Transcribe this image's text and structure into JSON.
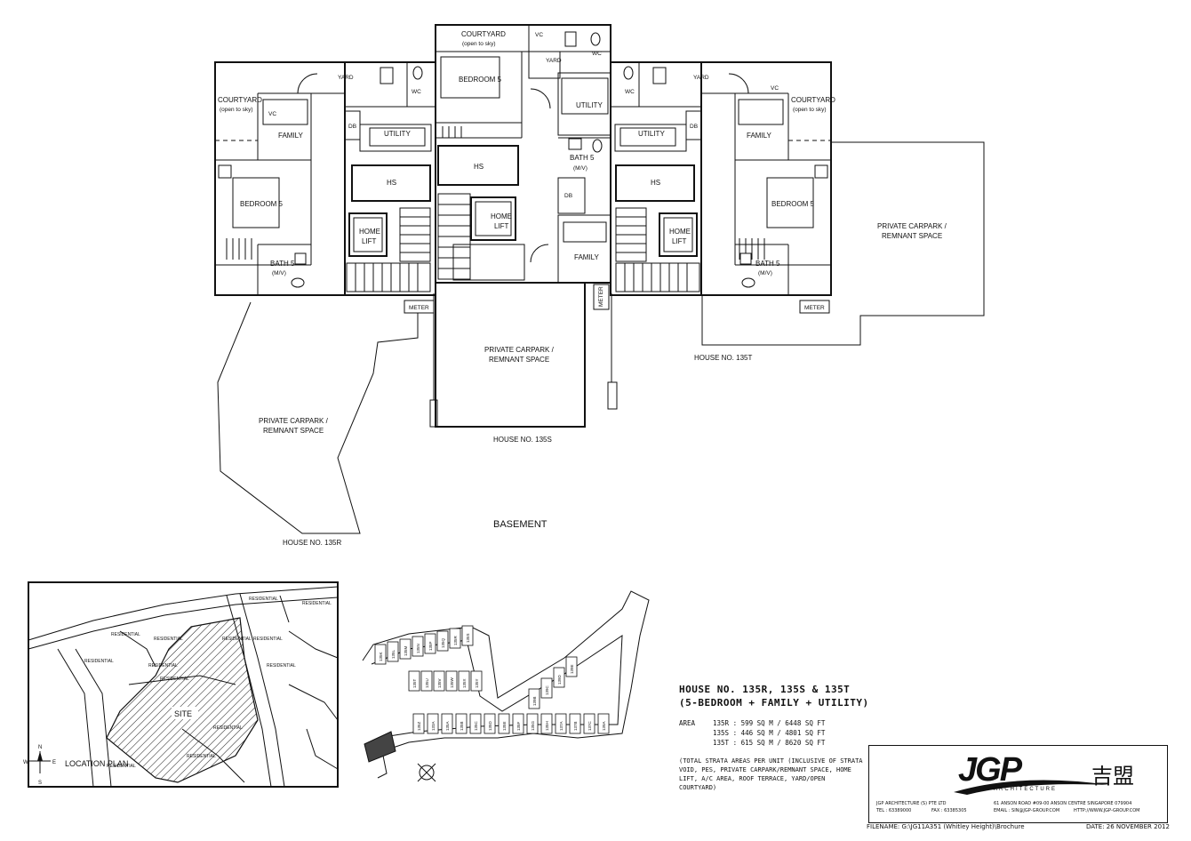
{
  "plan": {
    "labels": {
      "courtyard": "COURTYARD",
      "open_to_sky": "(open to sky)",
      "vc": "VC",
      "yard": "YARD",
      "wc": "WC",
      "bedroom5": "BEDROOM 5",
      "family": "FAMILY",
      "db": "DB",
      "utility": "UTILITY",
      "hs": "HS",
      "home": "HOME",
      "lift": "LIFT",
      "bath5": "BATH 5",
      "mv": "(M/V)",
      "meter": "METER",
      "carpark_1": "PRIVATE CARPARK /",
      "carpark_2": "REMNANT SPACE"
    },
    "house_135r": "HOUSE NO. 135R",
    "house_135s": "HOUSE NO. 135S",
    "house_135t": "HOUSE NO. 135T",
    "level": "BASEMENT"
  },
  "location_plan": {
    "title": "LOCATION PLAN",
    "site": "SITE",
    "residential": "RESIDENTIAL",
    "north": "N",
    "south": "S",
    "west": "W",
    "east": "E"
  },
  "site_plan": {
    "units": [
      "135K",
      "135L",
      "135M",
      "135N",
      "135P",
      "135Q",
      "135R",
      "135S",
      "135T",
      "135U",
      "135V",
      "135W",
      "135X",
      "135Y",
      "135Z",
      "133A",
      "135A",
      "135B",
      "135C",
      "135D",
      "135E",
      "135F",
      "135G",
      "135H",
      "137A",
      "137B",
      "137C",
      "139A",
      "139B",
      "139C",
      "139D",
      "139E"
    ]
  },
  "info": {
    "title_line1": "HOUSE NO. 135R, 135S & 135T",
    "title_line2": "(5-BEDROOM + FAMILY + UTILITY)",
    "area_label": "AREA",
    "area_rows": [
      "135R : 599 SQ M / 6448 SQ FT",
      "135S : 446 SQ M / 4801 SQ FT",
      "135T : 615 SQ M / 8620 SQ FT"
    ],
    "note": "(TOTAL STRATA AREAS PER UNIT (INCLUSIVE OF STRATA VOID, PES, PRIVATE CARPARK/REMNANT SPACE, HOME LIFT, A/C AREA, ROOF TERRACE, YARD/OPEN COURTYARD)"
  },
  "titleblock": {
    "logo": "JGP",
    "logo_sub": "ARCHITECTURE",
    "company": "JGP ARCHITECTURE (S) PTE LTD",
    "address": "61 ANSON ROAD #09-00  ANSON CENTRE SINGAPORE 079904",
    "tel": "TEL : 63389000",
    "fax": "FAX : 63385305",
    "email": "EMAIL : SIN@JGP-GROUP.COM",
    "web": "HTTP://WWW.JGP-GROUP.COM"
  },
  "footer": {
    "filename": "FILENAME: G:\\JG11A351 (Whitley Height)\\Brochure",
    "date": "DATE: 26 NOVEMBER 2012"
  }
}
